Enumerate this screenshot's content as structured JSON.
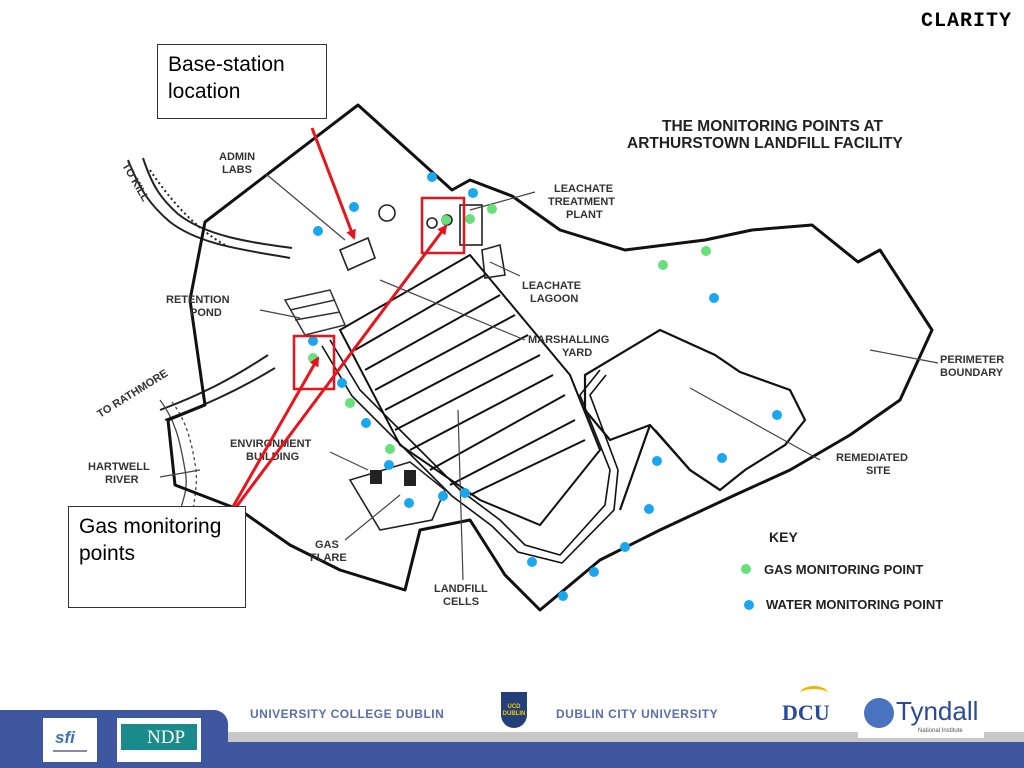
{
  "header": {
    "brand": "CLARITY"
  },
  "callouts": {
    "base_station": "Base-station location",
    "gas_points": "Gas monitoring points"
  },
  "map": {
    "title_line1": "THE MONITORING POINTS AT",
    "title_line2": "ARTHURSTOWN LANDFILL FACILITY",
    "labels": {
      "to_kill": "TO KILL",
      "admin_labs_1": "ADMIN",
      "admin_labs_2": "LABS",
      "leachate_plant_1": "LEACHATE",
      "leachate_plant_2": "TREATMENT",
      "leachate_plant_3": "PLANT",
      "leachate_lagoon_1": "LEACHATE",
      "leachate_lagoon_2": "LAGOON",
      "retention_pond_1": "RETENTION",
      "retention_pond_2": "POND",
      "marshalling_yard_1": "MARSHALLING",
      "marshalling_yard_2": "YARD",
      "to_rathmore": "TO RATHMORE",
      "perimeter_1": "PERIMETER",
      "perimeter_2": "BOUNDARY",
      "environment_1": "ENVIRONMENT",
      "environment_2": "BUILDING",
      "hartwell_1": "HARTWELL",
      "hartwell_2": "RIVER",
      "remediated_1": "REMEDIATED",
      "remediated_2": "SITE",
      "gas_flare_1": "GAS",
      "gas_flare_2": "FLARE",
      "landfill_1": "LANDFILL",
      "landfill_2": "CELLS"
    },
    "key": {
      "title": "KEY",
      "gas": "GAS MONITORING POINT",
      "water": "WATER MONITORING POINT"
    },
    "colors": {
      "gas_point": "#66e07a",
      "water_point": "#1aa6f0",
      "highlight": "#e8141c"
    }
  },
  "footer": {
    "ucd": "UNIVERSITY COLLEGE DUBLIN",
    "ucd_crest": "UCD DUBLIN",
    "dcu": "DUBLIN CITY UNIVERSITY",
    "dcu_logo": "DCU",
    "tyndall": "Tyndall",
    "tyndall_sub": "National Institute",
    "sfi": "sfi",
    "ndp": "NDP"
  }
}
